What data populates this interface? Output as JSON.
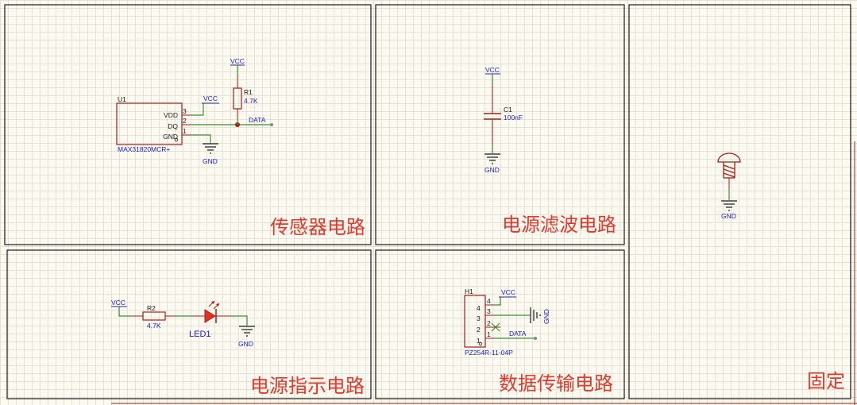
{
  "colors": {
    "background": "#fbf9f0",
    "grid": "#e4e1d6",
    "frame": "#1a1a1a",
    "title": "#e03a2e",
    "part": "#a3201a",
    "wire": "#3d8f33",
    "label": "#1b1bd6",
    "led_fill": "#e23124"
  },
  "panels": {
    "sensor": {
      "title": "传感器电路"
    },
    "filter": {
      "title": "电源滤波电路"
    },
    "mount": {
      "title": "固定"
    },
    "indicator": {
      "title": "电源指示电路"
    },
    "data": {
      "title": "数据传输电路"
    }
  },
  "sensor": {
    "designator": "U1",
    "part_number": "MAX31820MCR+",
    "pins": [
      {
        "number": "3",
        "name": "VDD"
      },
      {
        "number": "2",
        "name": "DQ"
      },
      {
        "number": "1",
        "name": "GND"
      }
    ],
    "vcc_pin": "VCC",
    "vcc_resistor": "VCC",
    "gnd": "GND",
    "resistor": {
      "designator": "R1",
      "value": "4.7K"
    },
    "net": "DATA"
  },
  "filter": {
    "vcc": "VCC",
    "capacitor": {
      "designator": "C1",
      "value": "100nF"
    },
    "gnd": "GND"
  },
  "mount": {
    "gnd": "GND",
    "icon": "mounting-screw-icon"
  },
  "indicator": {
    "vcc": "VCC",
    "resistor": {
      "designator": "R2",
      "value": "4.7K"
    },
    "led": {
      "designator": "LED1"
    },
    "gnd": "GND"
  },
  "connector": {
    "designator": "H1",
    "part_number": "PZ254R-11-04P",
    "pins": [
      "4",
      "3",
      "2",
      "1"
    ],
    "vcc": "VCC",
    "gnd": "GND",
    "net": "DATA"
  }
}
